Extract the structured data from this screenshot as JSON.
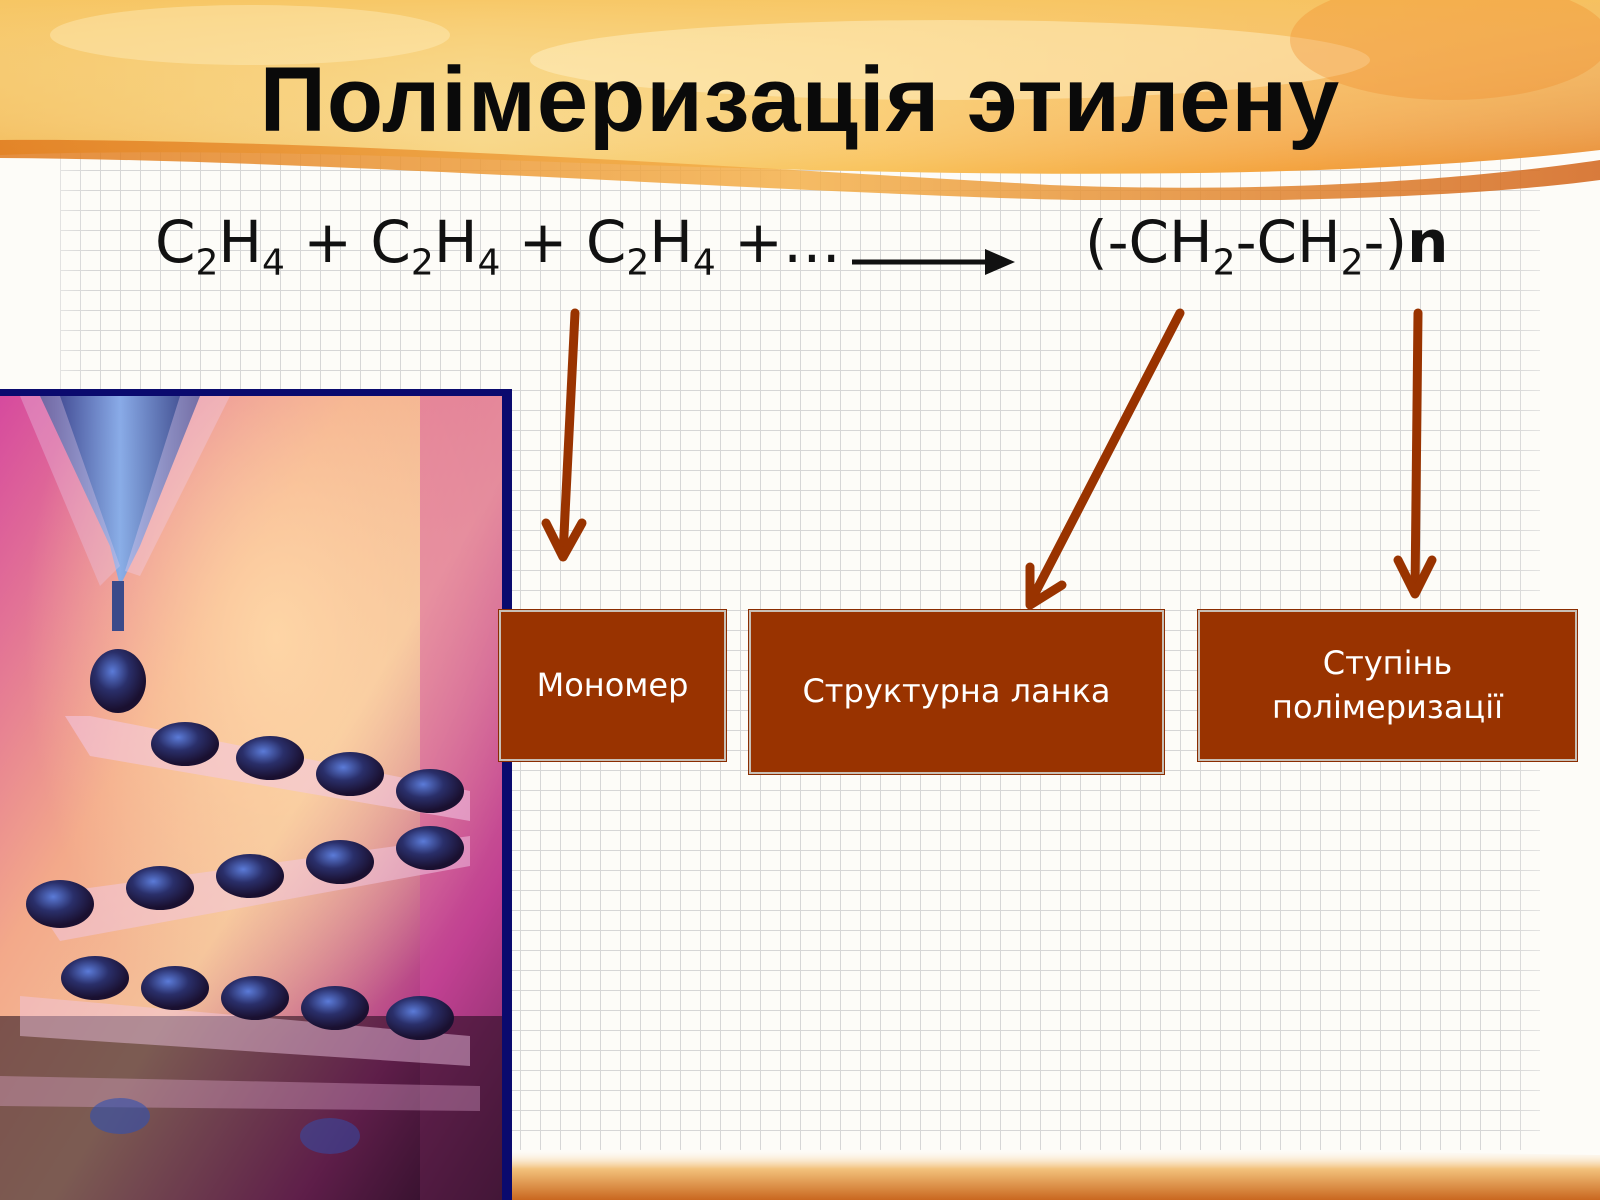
{
  "slide": {
    "title": "Полімеризація этилену",
    "equation": {
      "reactants": [
        {
          "sym1": "C",
          "sub1": "2",
          "sym2": "H",
          "sub2": "4"
        },
        {
          "sym1": "C",
          "sub1": "2",
          "sym2": "H",
          "sub2": "4"
        },
        {
          "sym1": "C",
          "sub1": "2",
          "sym2": "H",
          "sub2": "4"
        }
      ],
      "plus": "+",
      "ellipsis": "…",
      "product_open": "(-CH",
      "product_sub1": "2",
      "product_mid": "-CH",
      "product_sub2": "2",
      "product_close": "-)",
      "product_n": "n"
    },
    "boxes": {
      "monomer": "Мономер",
      "structural_unit": "Структурна ланка",
      "degree_line1": "Ступінь",
      "degree_line2": "полімеризації"
    },
    "colors": {
      "box_fill": "#993300",
      "arrow": "#993300",
      "photo_border": "#0a0a6e",
      "banner": "#f5a623"
    }
  }
}
